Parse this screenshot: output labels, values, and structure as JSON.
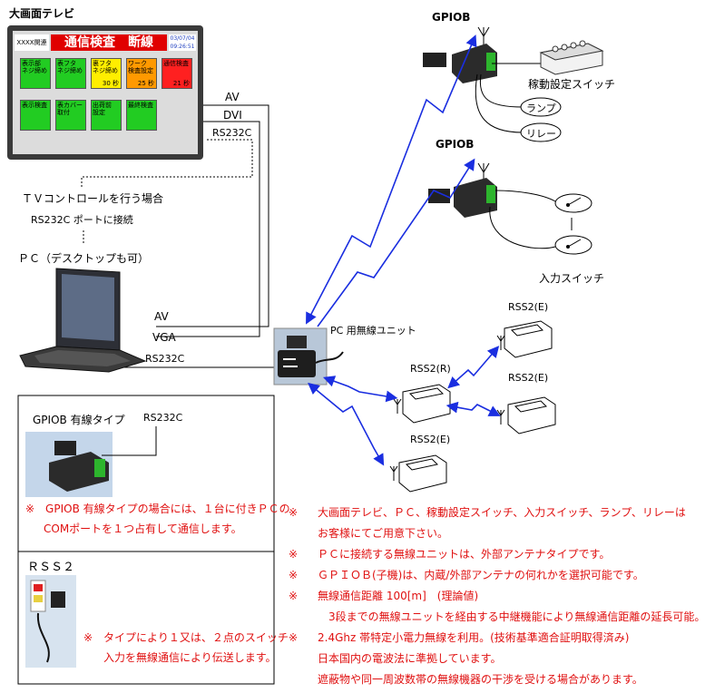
{
  "tv": {
    "caption": "大画面テレビ",
    "brand": "XXXX関連",
    "title": "通信検査　断線",
    "time_date": "03/07/04",
    "time_clock": "09:26:51",
    "tiles": [
      {
        "label": "表示部 ネジ締め",
        "value": "",
        "color": "#22cc22"
      },
      {
        "label": "表フタ ネジ締め",
        "value": "",
        "color": "#22cc22"
      },
      {
        "label": "裏フタ ネジ締め",
        "value": "30 秒",
        "color": "#ffee00"
      },
      {
        "label": "ワーク 検査設定",
        "value": "25 秒",
        "color": "#ff9900"
      },
      {
        "label": "通信検査",
        "value": "21 秒",
        "color": "#ff2020"
      },
      {
        "label": "表示検査",
        "value": "",
        "color": "#22cc22"
      },
      {
        "label": "表カバー 取付",
        "value": "",
        "color": "#22cc22"
      },
      {
        "label": "出荷前 設定",
        "value": "",
        "color": "#22cc22"
      },
      {
        "label": "最終検査",
        "value": "",
        "color": "#22cc22"
      }
    ]
  },
  "labels": {
    "tv_av": "AV",
    "tv_dvi": "DVI",
    "tv_rs232c": "RS232C",
    "tv_control_1": "ＴＶコントロールを行う場合",
    "tv_control_2": "RS232C ポートに接続",
    "pc": "ＰＣ（デスクトップも可）",
    "pc_av": "AV",
    "pc_vga": "VGA",
    "pc_rs232c": "RS232C",
    "gpiob_top": "GPIOB",
    "gpiob_mid": "GPIOB",
    "operation_switch": "稼動設定スイッチ",
    "lamp": "ランプ",
    "relay": "リレー",
    "input_switch": "入力スイッチ",
    "pc_wireless": "PC 用無線ユニット",
    "rss2_r": "RSS2(R)",
    "rss2_e_top": "RSS2(E)",
    "rss2_e_mid": "RSS2(E)",
    "rss2_e_bottom": "RSS2(E)"
  },
  "wired_box": {
    "title": "GPIOB 有線タイプ",
    "rs232c": "RS232C",
    "note_1": "※　GPIOB 有線タイプの場合には、１台に付きＰＣの",
    "note_2": "COMポートを１つ占有して通信します。"
  },
  "rss2_box": {
    "title": "ＲＳＳ２",
    "note_1": "※　タイプにより１又は、２点のスイッチ",
    "note_2": "入力を無線通信により伝送します。"
  },
  "notes": [
    {
      "mark": "※",
      "text": "大画面テレビ、ＰＣ、稼動設定スイッチ、入力スイッチ、ランプ、リレーは"
    },
    {
      "mark": "",
      "text": "お客様にてご用意下さい。"
    },
    {
      "mark": "※",
      "text": "ＰＣに接続する無線ユニットは、外部アンテナタイプです。"
    },
    {
      "mark": "※",
      "text": "ＧＰＩＯＢ(子機)は、内蔵/外部アンテナの何れかを選択可能です。"
    },
    {
      "mark": "※",
      "text": "無線通信距離 100[m]　(理論値)"
    },
    {
      "mark": "",
      "text": "　3段までの無線ユニットを経由する中継機能により無線通信距離の延長可能。"
    },
    {
      "mark": "※",
      "text": "2.4Ghz 帯特定小電力無線を利用。(技術基準適合証明取得済み)"
    },
    {
      "mark": "",
      "text": "日本国内の電波法に準拠しています。"
    },
    {
      "mark": "",
      "text": "遮蔽物や同一周波数帯の無線機器の干渉を受ける場合があります。"
    }
  ],
  "colors": {
    "wireless_link": "#1a2ee0",
    "note_text": "#e01010",
    "device_body": "#2a2a2a",
    "terminal": "#2db52d"
  }
}
